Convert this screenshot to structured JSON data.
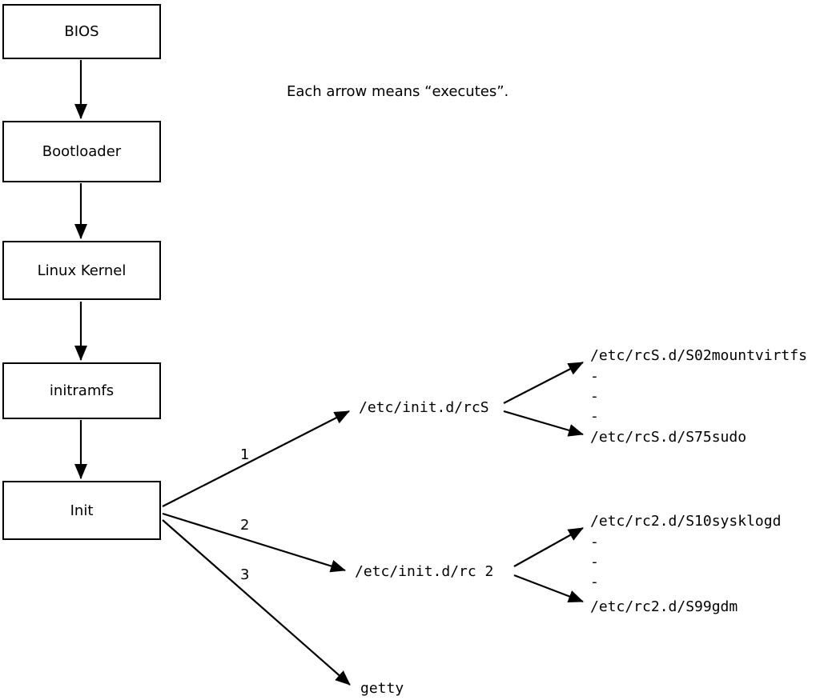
{
  "diagram": {
    "caption": "Each arrow means “executes”.",
    "boot_chain": [
      {
        "label": "BIOS"
      },
      {
        "label": "Bootloader"
      },
      {
        "label": "Linux Kernel"
      },
      {
        "label": "initramfs"
      },
      {
        "label": "Init"
      }
    ],
    "init_targets": [
      {
        "order": "1",
        "label": "/etc/init.d/rcS"
      },
      {
        "order": "2",
        "label": "/etc/init.d/rc 2"
      },
      {
        "order": "3",
        "label": "getty"
      }
    ],
    "rcS_scripts": {
      "first": "/etc/rcS.d/S02mountvirtfs",
      "ellipsis": [
        "-",
        "-",
        "-"
      ],
      "last": "/etc/rcS.d/S75sudo"
    },
    "rc2_scripts": {
      "first": "/etc/rc2.d/S10sysklogd",
      "ellipsis": [
        "-",
        "-",
        "-"
      ],
      "last": "/etc/rc2.d/S99gdm"
    }
  }
}
